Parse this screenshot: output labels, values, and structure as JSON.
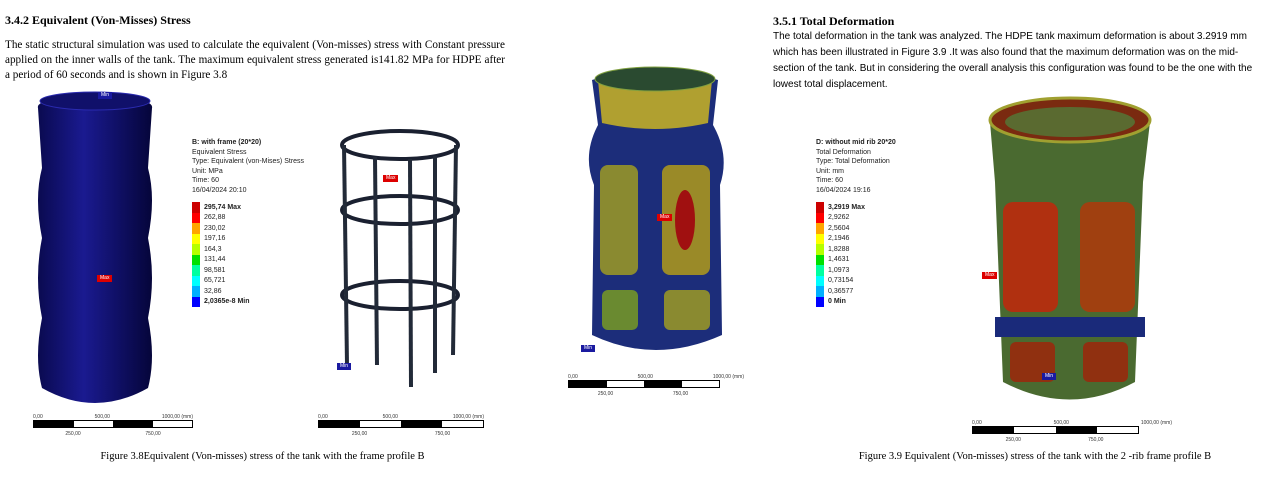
{
  "left": {
    "heading": "3.4.2 Equivalent (Von-Misses) Stress",
    "paragraph": "The static structural simulation was used to calculate the equivalent (Von-misses) stress with Constant pressure applied on the inner walls of the tank. The maximum equivalent stress generated is141.82 MPa for HDPE after a period of 60 seconds and is shown in Figure 3.8",
    "legend": {
      "title": "B: with frame (20*20)",
      "lines": [
        "Equivalent Stress",
        "Type: Equivalent (von-Mises) Stress",
        "Unit: MPa",
        "Time: 60",
        "16/04/2024 20:10"
      ],
      "values": [
        "295,74 Max",
        "262,88",
        "230,02",
        "197,16",
        "164,3",
        "131,44",
        "98,581",
        "65,721",
        "32,86",
        "2,0365e-8 Min"
      ]
    },
    "tags": {
      "max": "Max",
      "min": "Min"
    },
    "scale": {
      "top": [
        "0,00",
        "500,00",
        "1000,00 (mm)"
      ],
      "bottom": [
        "250,00",
        "750,00"
      ]
    },
    "caption": "Figure 3.8Equivalent (Von-misses) stress of the tank with the frame profile B"
  },
  "middle": {
    "tags": {
      "max": "Max",
      "min": "Min"
    },
    "scale": {
      "top": [
        "0,00",
        "500,00",
        "1000,00 (mm)"
      ],
      "bottom": [
        "250,00",
        "750,00"
      ]
    }
  },
  "right": {
    "heading": "3.5.1 Total Deformation",
    "paragraph": "The total deformation in the tank was analyzed. The HDPE tank maximum deformation is about 3.2919 mm which has been illustrated in Figure 3.9 .It was also found that the maximum deformation was on the mid-section of the tank. But in considering the overall analysis this configuration was found to be the one with the lowest total displacement.",
    "legend": {
      "title": "D: without mid rib 20*20",
      "lines": [
        "Total Deformation",
        "Type: Total Deformation",
        "Unit: mm",
        "Time: 60",
        "16/04/2024 19:16"
      ],
      "values": [
        "3,2919 Max",
        "2,9262",
        "2,5604",
        "2,1946",
        "1,8288",
        "1,4631",
        "1,0973",
        "0,73154",
        "0,36577",
        "0 Min"
      ]
    },
    "tags": {
      "max": "Max",
      "min": "Min"
    },
    "scale": {
      "top": [
        "0,00",
        "500,00",
        "1000,00 (mm)"
      ],
      "bottom": [
        "250,00",
        "750,00"
      ]
    },
    "caption": "Figure 3.9 Equivalent (Von-misses) stress of the tank with the 2 -rib frame profile B"
  },
  "colors": [
    "#cc0000",
    "#ff0000",
    "#ffa500",
    "#ffff00",
    "#b5ff00",
    "#00e000",
    "#00ffa0",
    "#00ffff",
    "#00b0ff",
    "#0000ff"
  ]
}
